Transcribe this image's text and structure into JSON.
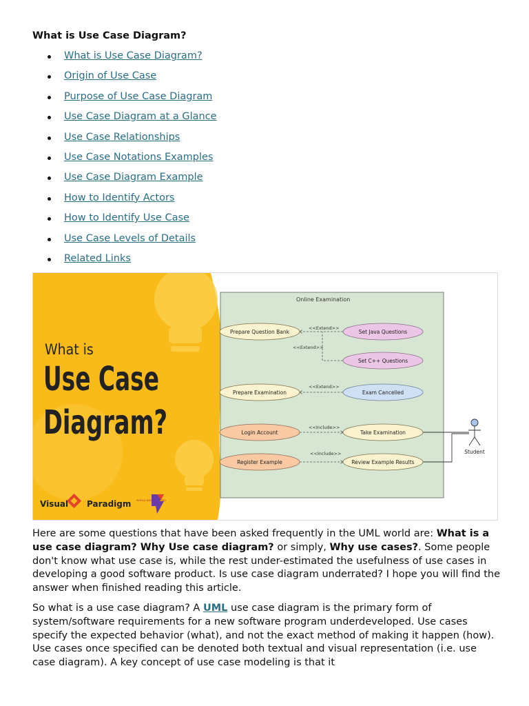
{
  "heading": "What is Use Case Diagram?",
  "toc": [
    "What is Use Case Diagram?",
    "Origin of Use Case",
    "Purpose of Use Case Diagram",
    "Use Case Diagram at a Glance",
    "Use Case Relationships",
    "Use Case Notations Examples",
    "Use Case Diagram Example",
    "How to Identify Actors",
    "How to Identify Use Case",
    "Use Case Levels of Details",
    "Related Links"
  ],
  "banner": {
    "line1": "What is",
    "line2": "Use Case",
    "line3": "Diagram?",
    "brand_left": "Visual",
    "brand_right": "Paradigm",
    "seal_text": "WORLD WIDE CERTIFIED",
    "colors": {
      "yellow": "#f9bb1a",
      "bulb": "#fcd14f",
      "diagram_bg": "#d7e6d2"
    }
  },
  "diagram": {
    "system": "Online Examination",
    "use_cases": {
      "prepare_bank": "Prepare Question Bank",
      "java": "Set Java Questions",
      "cpp": "Set C++ Questions",
      "prep_exam": "Prepare Examination",
      "cancelled": "Exam Cancelled",
      "login": "Login Account",
      "take_exam": "Take Examination",
      "register": "Register Example",
      "review": "Review Example Results"
    },
    "relations": {
      "extend": "<<Extend>>",
      "include": "<<Include>>"
    },
    "actor": "Student"
  },
  "paragraph1": {
    "t1": "Here are some questions that have been asked frequently in the UML world are: ",
    "b1": "What is a use case diagram? Why Use case diagram?",
    "t2": " or simply, ",
    "b2": "Why use cases?",
    "t3": ". Some people don't know what use case is, while the rest under-estimated the usefulness of use cases in developing a good software product. Is use case diagram underrated? I hope you will find the answer when finished reading this article."
  },
  "paragraph2": {
    "t1": "So what is a use case diagram? A ",
    "link": "UML",
    "t2": " use case diagram is the primary form of system/software requirements for a new software program underdeveloped. Use cases specify the expected behavior (what), and not the exact method of making it happen (how). Use cases once specified can be denoted both textual and visual representation (i.e. use case diagram). A key concept of use case modeling is that it"
  }
}
